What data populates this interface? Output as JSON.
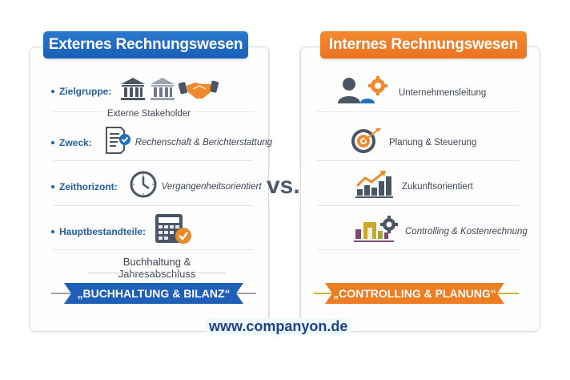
{
  "left": {
    "title": "Externes Rechnungswesen",
    "rows": [
      {
        "label": "Zielgruppe:",
        "icons": [
          "bank-icon",
          "bank-icon",
          "handshake-icon"
        ],
        "desc": "Externe Stakeholder"
      },
      {
        "label": "Zweck:",
        "icons": [
          "document-check-icon"
        ],
        "desc": "Rechenschaft & Berichterstattung"
      },
      {
        "label": "Zeithorizont:",
        "icons": [
          "clock-icon"
        ],
        "desc": "Vergangenheitsorientiert"
      },
      {
        "label": "Hauptbestandteile:",
        "icons": [
          "calculator-icon"
        ],
        "desc": "Buchhaltung & Jahresabschluss"
      }
    ],
    "ribbon": "„BUCHHALTUNG & BILANZ“",
    "accent": "#1a5fb8"
  },
  "right": {
    "title": "Internes Rechnungswesen",
    "rows": [
      {
        "icons": [
          "manager-gear-icon"
        ],
        "desc": "Unternehmensleitung"
      },
      {
        "icons": [
          "target-icon"
        ],
        "desc": "Planung & Steuerung"
      },
      {
        "icons": [
          "growth-chart-icon"
        ],
        "desc": "Zukunftsorientiert"
      },
      {
        "icons": [
          "bar-gear-icon"
        ],
        "desc": "Controlling & Kostenrechnung"
      }
    ],
    "ribbon": "„CONTROLLING & PLANUNG“",
    "accent": "#ec7320"
  },
  "center": {
    "vs": "VS."
  },
  "footer": {
    "url": "www.companyon.de"
  }
}
